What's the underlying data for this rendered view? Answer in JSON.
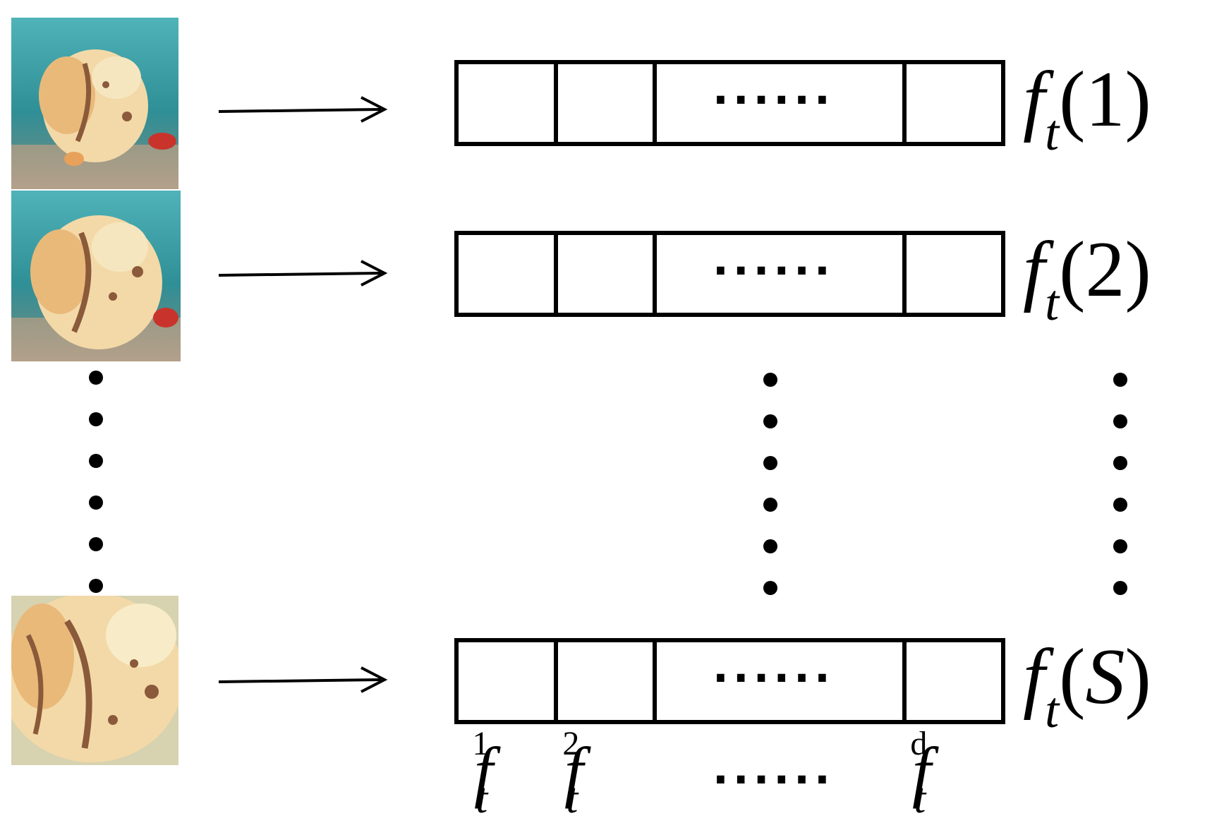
{
  "frames": [
    {
      "icon": "frogfish-underwater-frame-1"
    },
    {
      "icon": "frogfish-underwater-frame-2"
    },
    {
      "icon": "frogfish-underwater-frame-S"
    }
  ],
  "vectors": [
    {
      "f": "f",
      "sub": "t",
      "open": "(",
      "index": "1",
      "close": ")"
    },
    {
      "f": "f",
      "sub": "t",
      "open": "(",
      "index": "2",
      "close": ")"
    },
    {
      "f": "f",
      "sub": "t",
      "open": "(",
      "index": "S",
      "close": ")"
    }
  ],
  "components": [
    {
      "f": "f",
      "sub": "t",
      "sup": "1"
    },
    {
      "f": "f",
      "sub": "t",
      "sup": "2"
    },
    {
      "f": "f",
      "sub": "t",
      "sup": "d"
    }
  ],
  "ellipsis": "······",
  "colors": {
    "line": "#000000",
    "water": "#2f8f96",
    "fish": "#f3d9a8",
    "fish_spot": "#8a5a3a",
    "fish_orange": "#e8a15a",
    "red_coral": "#c8342b"
  }
}
